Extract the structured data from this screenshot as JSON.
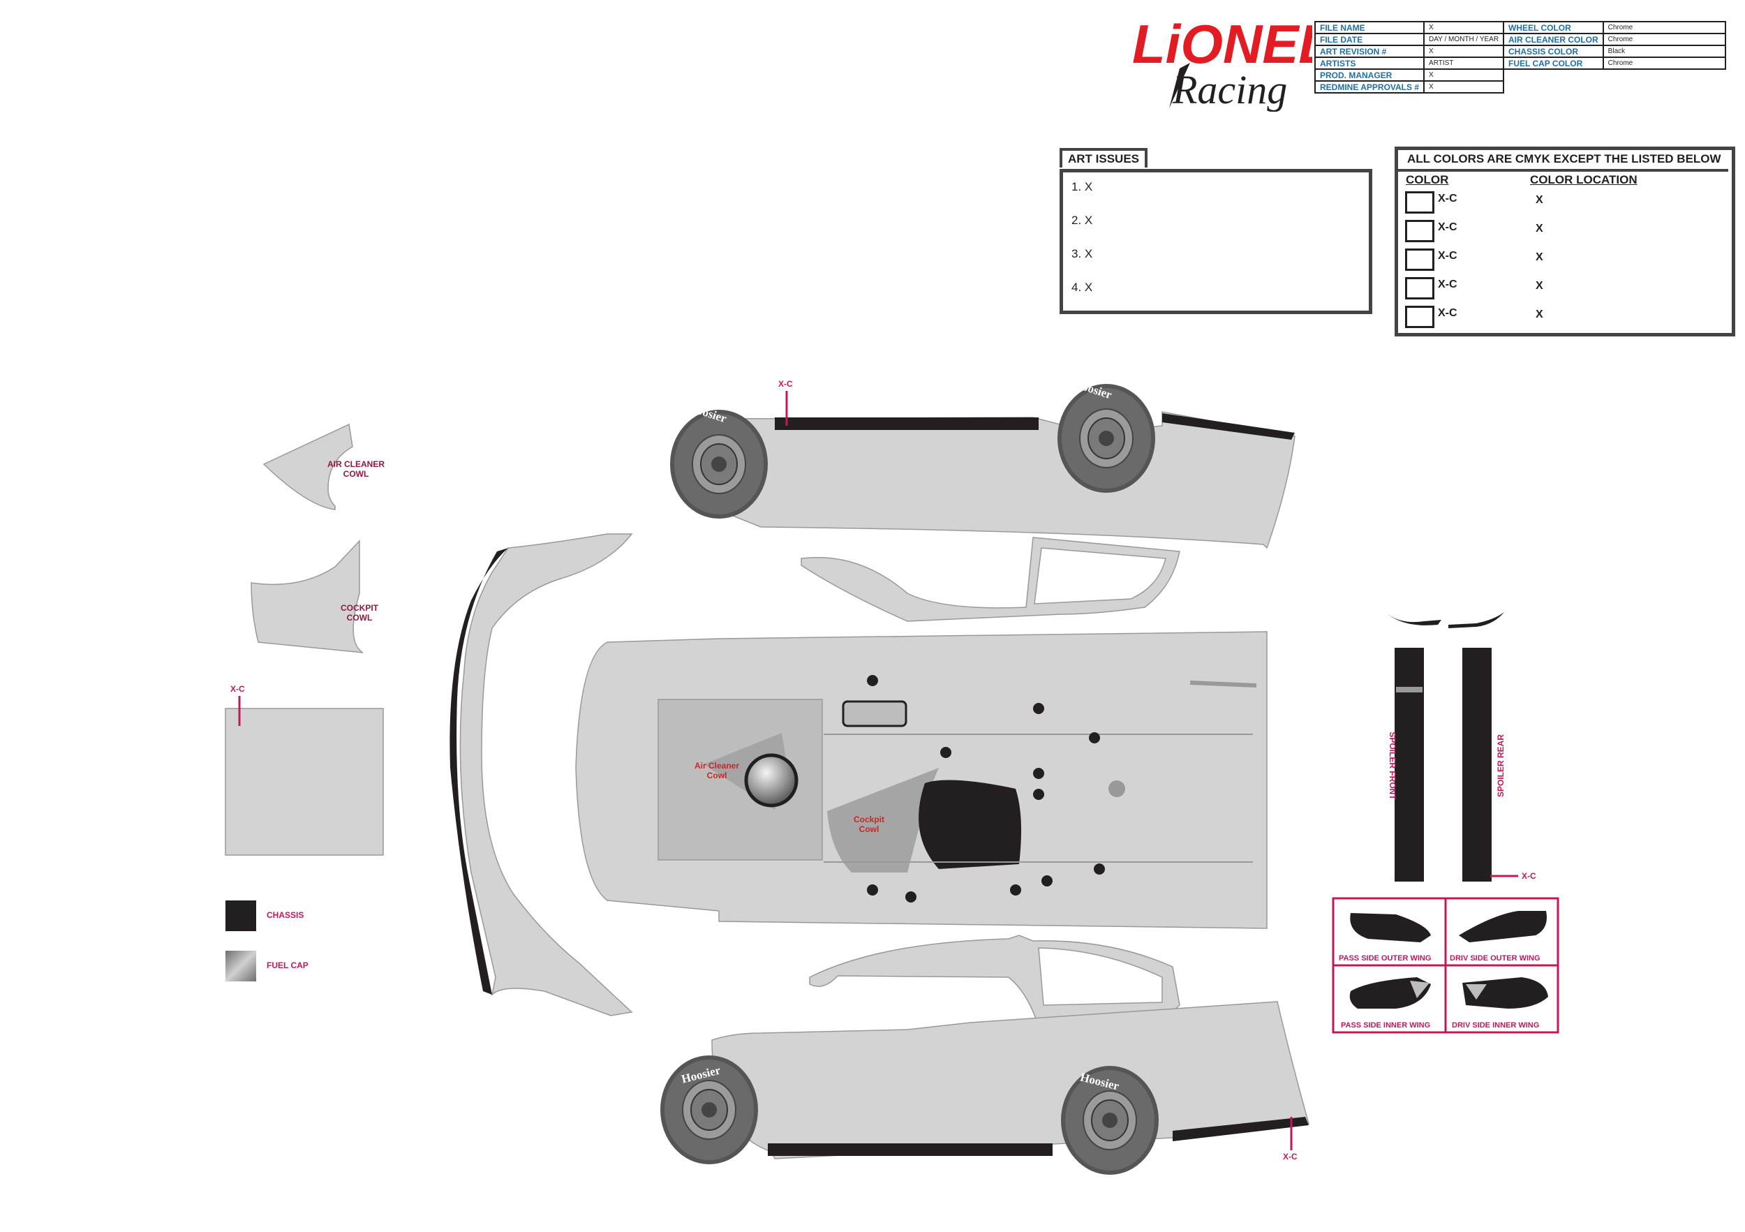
{
  "logo": {
    "line1": "LiONEL",
    "line2": "Racing"
  },
  "info_table": {
    "left": [
      {
        "label": "FILE NAME",
        "value": "X"
      },
      {
        "label": "FILE DATE",
        "value": "DAY / MONTH / YEAR"
      },
      {
        "label": "ART REVISION #",
        "value": "X"
      },
      {
        "label": "ARTISTS",
        "value": "ARTIST"
      },
      {
        "label": "PROD. MANAGER",
        "value": "X"
      },
      {
        "label": "REDMINE APPROVALS #",
        "value": "X"
      }
    ],
    "right": [
      {
        "label": "WHEEL COLOR",
        "value": "Chrome"
      },
      {
        "label": "AIR CLEANER COLOR",
        "value": "Chrome"
      },
      {
        "label": "CHASSIS COLOR",
        "value": "Black"
      },
      {
        "label": "FUEL CAP COLOR",
        "value": "Chrome"
      }
    ]
  },
  "art_issues": {
    "title": "ART ISSUES",
    "items": [
      "1. X",
      "2. X",
      "3. X",
      "4. X"
    ]
  },
  "colors_box": {
    "title": "ALL COLORS ARE CMYK EXCEPT THE LISTED BELOW",
    "col_header": "COLOR",
    "loc_header": "COLOR LOCATION",
    "rows": [
      {
        "color": "X-C",
        "location": "X"
      },
      {
        "color": "X-C",
        "location": "X"
      },
      {
        "color": "X-C",
        "location": "X"
      },
      {
        "color": "X-C",
        "location": "X"
      },
      {
        "color": "X-C",
        "location": "X"
      }
    ]
  },
  "parts": {
    "air_cleaner_cowl": "AIR CLEANER\nCOWL",
    "cockpit_cowl": "COCKPIT\nCOWL",
    "air_cleaner_cowl_top": "Air Cleaner\nCowl",
    "cockpit_cowl_top": "Cockpit\nCowl",
    "spoiler_front": "SPOILER FRONT",
    "spoiler_rear": "SPOILER REAR",
    "xc": "X-C",
    "tire_brand": "Hoosier"
  },
  "legend": [
    {
      "label": "CHASSIS",
      "color": "#231f20"
    },
    {
      "label": "FUEL CAP",
      "color": "#9a9a9a"
    }
  ],
  "wings": [
    "PASS SIDE OUTER WING",
    "DRIV SIDE OUTER WING",
    "PASS SIDE INNER WING",
    "DRIV SIDE INNER WING"
  ],
  "colors": {
    "body": "#d3d3d3",
    "chassis": "#231f20",
    "label": "#8e1b3c",
    "accent": "#c2185b",
    "table_label": "#1f6fa8"
  }
}
